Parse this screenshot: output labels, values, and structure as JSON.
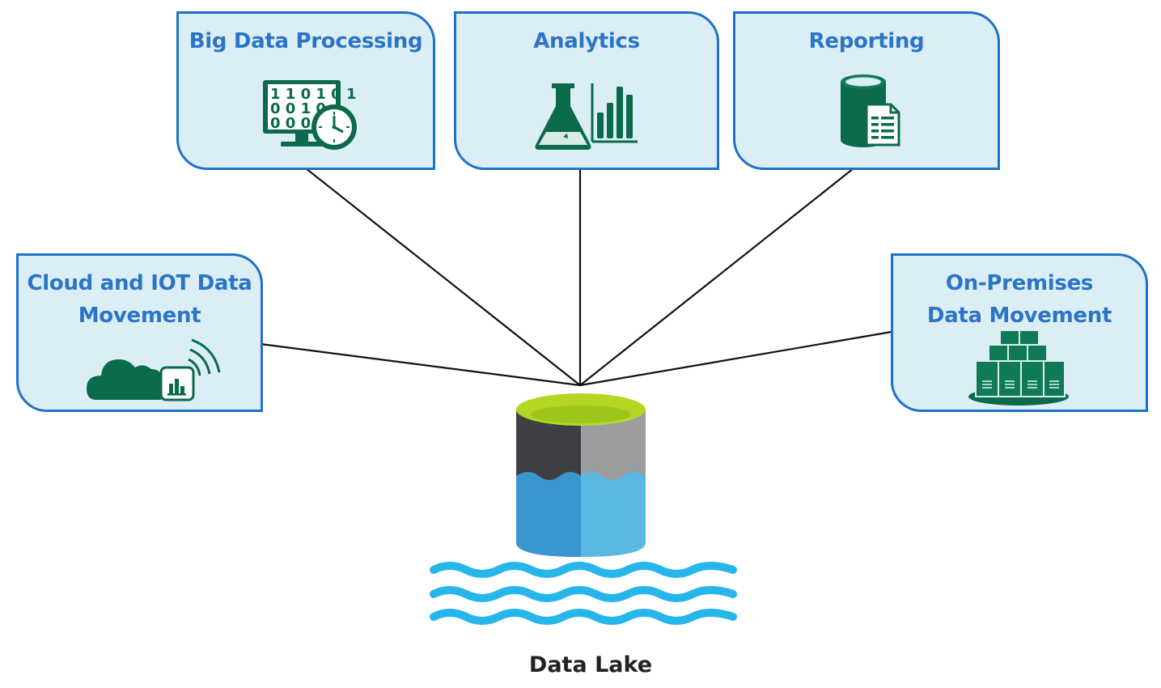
{
  "nodes": {
    "big_data": {
      "title": "Big Data Processing",
      "icon": "binary-monitor-clock-icon"
    },
    "analytics": {
      "title": "Analytics",
      "icon": "flask-bar-chart-icon"
    },
    "reporting": {
      "title": "Reporting",
      "icon": "database-report-icon"
    },
    "cloud_iot": {
      "title_lines": [
        "Cloud and IOT Data",
        "Movement"
      ],
      "icon": "cloud-iot-signal-icon"
    },
    "on_premises": {
      "title_lines": [
        "On-Premises",
        "Data Movement"
      ],
      "icon": "server-stack-icon"
    }
  },
  "binary_rows": [
    "1 1 0 1 0 1",
    "0 0 1 0",
    "0 0 0 1"
  ],
  "center": {
    "label": "Data Lake",
    "icon": "data-lake-icon"
  },
  "colors": {
    "node_fill": "#dbeef6",
    "node_border": "#1f72c9",
    "node_text": "#2b74c6",
    "icon_green": "#0b6a4a",
    "lake_lime": "#b4d625",
    "water_blue": "#27b6ea"
  }
}
